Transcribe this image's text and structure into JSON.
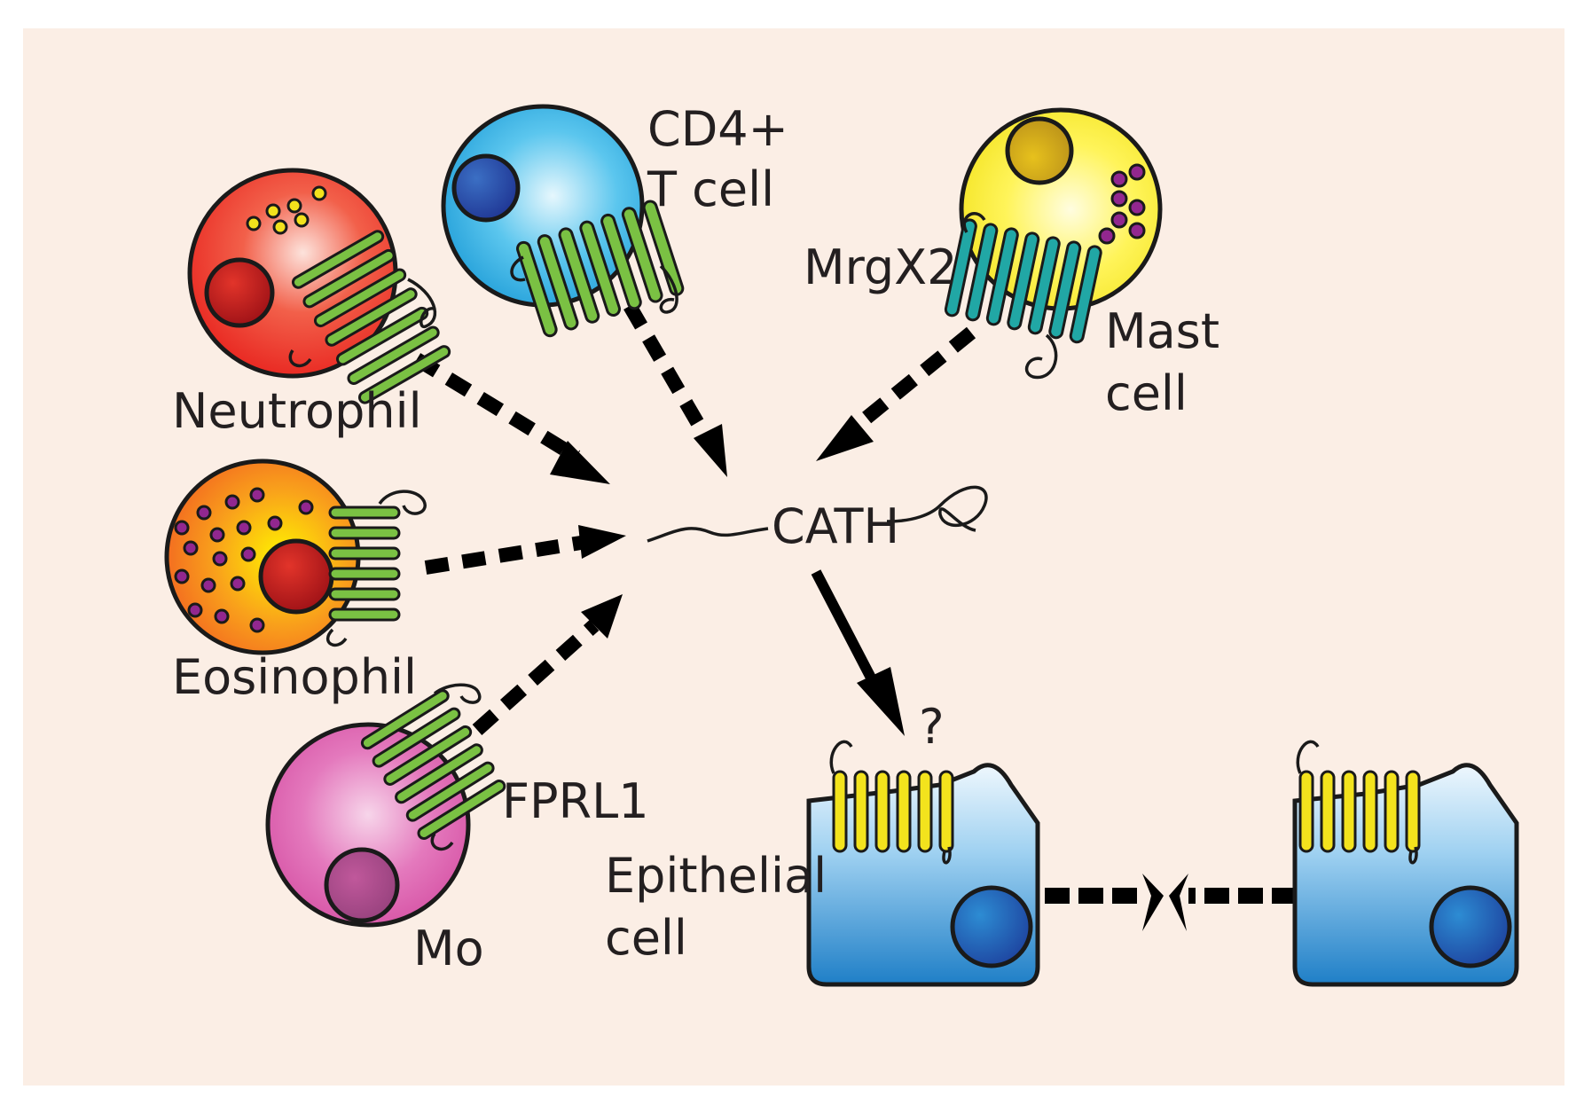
{
  "labels": {
    "cd4_line1": "CD4+",
    "cd4_line2": "T cell",
    "neutrophil": "Neutrophil",
    "eosinophil": "Eosinophil",
    "mo": "Mo",
    "fprl1": "FPRL1",
    "mrgx2": "MrgX2",
    "mast_line1": "Mast",
    "mast_line2": "cell",
    "cath": "CATH",
    "question": "?",
    "epithelial_line1": "Epithelial",
    "epithelial_line2": "cell"
  },
  "colors": {
    "background": "#fbeee5",
    "neutrophil": "#e8231e",
    "eosinophil": "#f7941d",
    "tcell": "#27aae1",
    "mast": "#f2e21c",
    "monocyte": "#d34ba0",
    "epithelial": "#2e8fd0",
    "receptor_green": "#7ac143",
    "receptor_teal": "#21a7a5",
    "receptor_yellow": "#f3e31d"
  },
  "icons": {
    "neutrophil": "neutrophil-cell-icon",
    "eosinophil": "eosinophil-cell-icon",
    "tcell": "t-cell-icon",
    "mast": "mast-cell-icon",
    "monocyte": "monocyte-cell-icon",
    "epithelial": "epithelial-cell-icon",
    "peptide": "cath-peptide-icon"
  }
}
